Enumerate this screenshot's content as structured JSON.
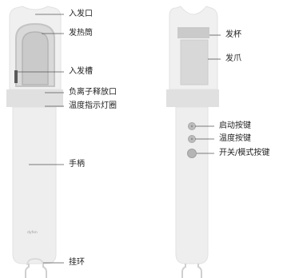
{
  "colors": {
    "body": "#eeeeee",
    "body_dark": "#dedede",
    "chamber": "#d9d9d9",
    "chamber_inner": "#cacaca",
    "outline": "#bdbdbd",
    "leader": "#555555",
    "button": "#b9b9b9",
    "text": "#222222",
    "brand": "#9a9a9a"
  },
  "brand_mark": "dyfon",
  "left_view": {
    "labels": [
      {
        "id": "hair-inlet",
        "text": "入发口"
      },
      {
        "id": "heating-barrel",
        "text": "发热筒"
      },
      {
        "id": "hair-groove",
        "text": "入发槽"
      },
      {
        "id": "ion-outlet",
        "text": "负离子释放口"
      },
      {
        "id": "temp-ring",
        "text": "温度指示灯圈"
      },
      {
        "id": "handle",
        "text": "手柄"
      },
      {
        "id": "hang-loop",
        "text": "挂环"
      }
    ]
  },
  "right_view": {
    "labels": [
      {
        "id": "hair-cup",
        "text": "发杯"
      },
      {
        "id": "hair-claw",
        "text": "发爪"
      },
      {
        "id": "start-button",
        "text": "启动按键"
      },
      {
        "id": "temp-button",
        "text": "温度按键"
      },
      {
        "id": "mode-button",
        "text": "开关/模式按键"
      }
    ]
  }
}
